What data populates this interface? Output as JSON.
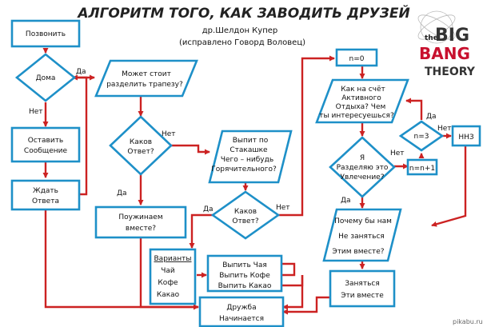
{
  "title": "АЛГОРИТМ ТОГО, КАК ЗАВОДИТЬ ДРУЗЕЙ",
  "author": "др.Шелдон Купер",
  "corrected": "(исправлено Говорд Воловец)",
  "logo": {
    "the": "the",
    "big": "BIG",
    "bang": "BANG",
    "theory": "THEORY"
  },
  "watermark": "pikabu.ru",
  "colors": {
    "box": "#1e90c8",
    "arrow": "#cc2222",
    "text": "#111111"
  },
  "nodes": {
    "call": "Позвонить",
    "home": "Дома",
    "leave_msg": [
      "Оставить",
      "Сообщение"
    ],
    "wait": [
      "Ждать",
      "Ответа"
    ],
    "share_meal": [
      "Может стоит",
      "разделить трапезу?"
    ],
    "answer1": [
      "Каков",
      "Ответ?"
    ],
    "dine_together": [
      "Поужинаем",
      "вместе?"
    ],
    "drink": [
      "Выпит по",
      "Стакашке",
      "Чего – нибудь",
      "Горячительного?"
    ],
    "answer2": [
      "Каков",
      "Ответ?"
    ],
    "variants": {
      "head": "Варианты",
      "items": [
        "Чай",
        "Кофе",
        "Какао"
      ]
    },
    "drinks": [
      "Выпить Чая",
      "Выпить Кофе",
      "Выпить Какао"
    ],
    "friendship": [
      "Дружба",
      "Начинается"
    ],
    "n0": "n=0",
    "active_leisure": [
      "Как на счёт",
      "Активного",
      "Отдыха? Чем",
      "ты интересуешься?"
    ],
    "n3": "n=3",
    "nnz": "ННЗ",
    "share_hobby": [
      "Я",
      "Разделяю это",
      "Увлечение?"
    ],
    "n_inc": "n=n+1",
    "why_not": [
      "Почему бы нам",
      "Не заняться",
      "Этим вместе?"
    ],
    "do_together": [
      "Заняться",
      "Эти вместе"
    ]
  },
  "edges": {
    "yes": "Да",
    "no": "Нет"
  }
}
